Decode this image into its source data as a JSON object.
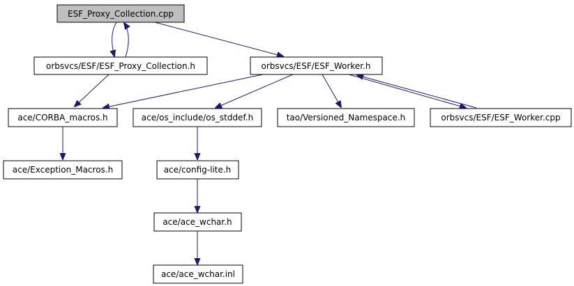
{
  "colors": {
    "root_fill": "#bfbfbf",
    "node_fill": "#ffffff",
    "edge": "#191970"
  },
  "nodes": {
    "proxy_cpp": "ESF_Proxy_Collection.cpp",
    "proxy_h": "orbsvcs/ESF/ESF_Proxy_Collection.h",
    "worker_h": "orbsvcs/ESF/ESF_Worker.h",
    "corba_macros": "ace/CORBA_macros.h",
    "os_stddef": "ace/os_include/os_stddef.h",
    "versioned_ns": "tao/Versioned_Namespace.h",
    "worker_cpp": "orbsvcs/ESF/ESF_Worker.cpp",
    "exception_macros": "ace/Exception_Macros.h",
    "config_lite": "ace/config-lite.h",
    "ace_wchar_h": "ace/ace_wchar.h",
    "ace_wchar_inl": "ace/ace_wchar.inl"
  },
  "edges": [
    {
      "from": "proxy_cpp",
      "to": "proxy_h"
    },
    {
      "from": "proxy_h",
      "to": "proxy_cpp"
    },
    {
      "from": "proxy_cpp",
      "to": "worker_h"
    },
    {
      "from": "proxy_h",
      "to": "corba_macros"
    },
    {
      "from": "worker_h",
      "to": "corba_macros"
    },
    {
      "from": "worker_h",
      "to": "os_stddef"
    },
    {
      "from": "worker_h",
      "to": "versioned_ns"
    },
    {
      "from": "worker_h",
      "to": "worker_cpp"
    },
    {
      "from": "worker_cpp",
      "to": "worker_h"
    },
    {
      "from": "corba_macros",
      "to": "exception_macros"
    },
    {
      "from": "os_stddef",
      "to": "config_lite"
    },
    {
      "from": "config_lite",
      "to": "ace_wchar_h"
    },
    {
      "from": "ace_wchar_h",
      "to": "ace_wchar_inl"
    }
  ]
}
